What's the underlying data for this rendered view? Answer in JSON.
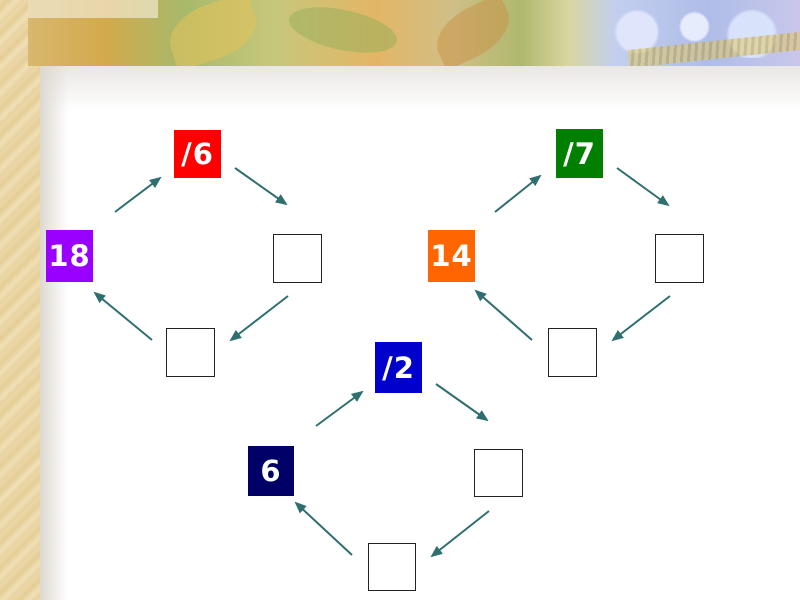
{
  "colors": {
    "arrow": "#2f6f6f",
    "red": "#ff0000",
    "green": "#007f00",
    "purple": "#9900ff",
    "orange": "#ff6600",
    "blue": "#0000cc",
    "navy": "#000066"
  },
  "cycles": [
    {
      "top": {
        "label": "/6",
        "color": "#ff0000"
      },
      "left": {
        "label": "18",
        "color": "#9900ff"
      },
      "right": {
        "label": ""
      },
      "bottom": {
        "label": ""
      }
    },
    {
      "top": {
        "label": "/7",
        "color": "#007f00"
      },
      "left": {
        "label": "14",
        "color": "#ff6600"
      },
      "right": {
        "label": ""
      },
      "bottom": {
        "label": ""
      }
    },
    {
      "top": {
        "label": "/2",
        "color": "#0000cc"
      },
      "left": {
        "label": "6",
        "color": "#000066"
      },
      "right": {
        "label": ""
      },
      "bottom": {
        "label": ""
      }
    }
  ]
}
